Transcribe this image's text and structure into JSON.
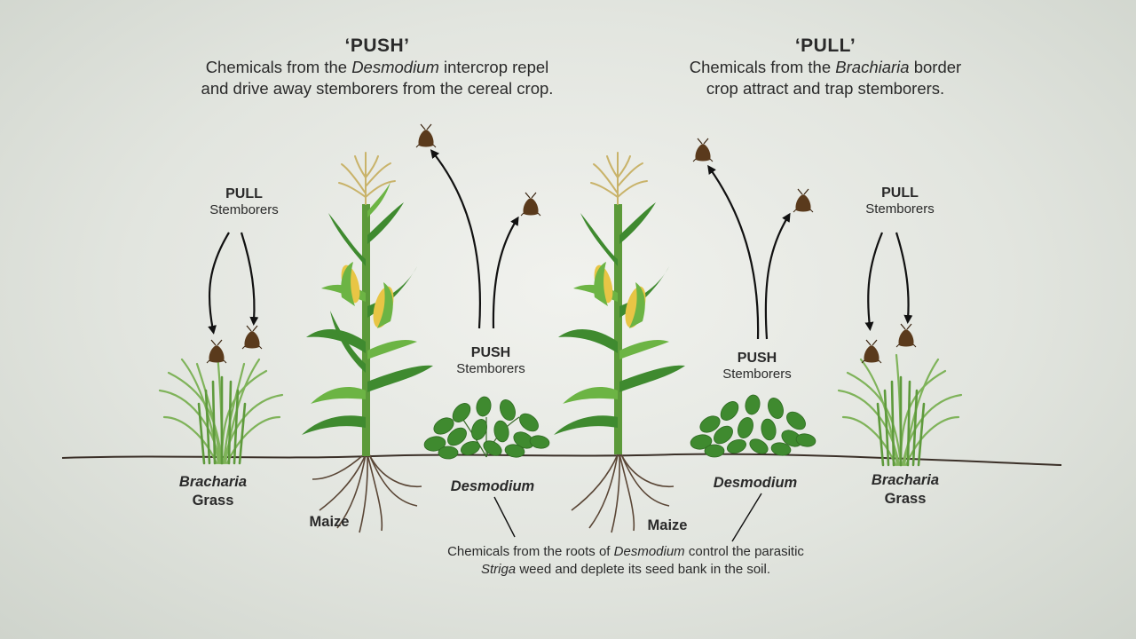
{
  "push_header": {
    "title": "‘PUSH’",
    "line1_pre": "Chemicals from the ",
    "line1_italic": "Desmodium",
    "line1_post": " intercrop repel",
    "line2": "and drive away stemborers from the cereal crop."
  },
  "pull_header": {
    "title": "‘PULL’",
    "line1_pre": "Chemicals from the ",
    "line1_italic": "Brachiaria",
    "line1_post": " border",
    "line2": "crop attract and trap stemborers."
  },
  "labels": {
    "pull_left": {
      "title": "PULL",
      "sub": "Stemborers"
    },
    "pull_right": {
      "title": "PULL",
      "sub": "Stemborers"
    },
    "push_left": {
      "title": "PUSH",
      "sub": "Stemborers"
    },
    "push_right": {
      "title": "PUSH",
      "sub": "Stemborers"
    }
  },
  "plants": {
    "bracharia_left": {
      "line1": "Bracharia",
      "line2": "Grass"
    },
    "bracharia_right": {
      "line1": "Bracharia",
      "line2": "Grass"
    },
    "desmodium_left": "Desmodium",
    "desmodium_right": "Desmodium",
    "maize_left": "Maize",
    "maize_right": "Maize"
  },
  "bottom_note": {
    "line1_pre": "Chemicals from the roots of ",
    "line1_italic": "Desmodium",
    "line1_post": " control the parasitic",
    "line2_italic": "Striga",
    "line2_post": " weed and deplete its seed bank in the soil."
  },
  "colors": {
    "leaf_dark": "#3f8a2f",
    "leaf_light": "#6cb444",
    "grass": "#7fb35a",
    "moth": "#5a3a1c",
    "root": "#5a4636",
    "ground": "#3b3028",
    "corn": "#e8c545"
  }
}
